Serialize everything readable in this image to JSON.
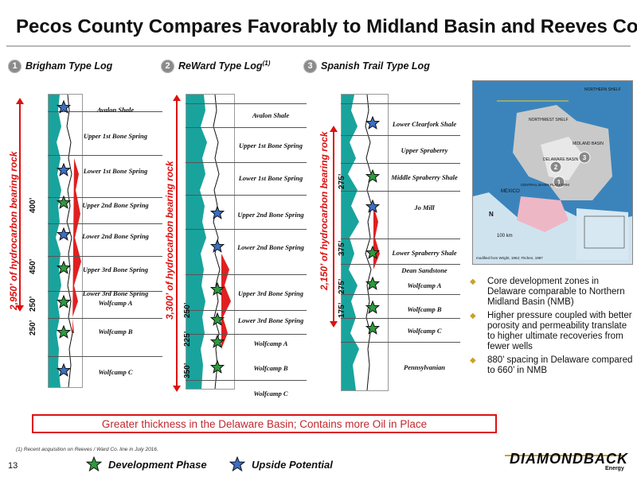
{
  "title": "Pecos County Compares Favorably to Midland Basin and Reeves Co.",
  "logs": [
    {
      "num": "1",
      "label": "Brigham Type Log",
      "sup": ""
    },
    {
      "num": "2",
      "label": "ReWard Type Log",
      "sup": "(1)"
    },
    {
      "num": "3",
      "label": "Spanish Trail Type Log",
      "sup": ""
    }
  ],
  "brigham": {
    "zones": [
      "Avalon Shale",
      "Upper 1st Bone Spring",
      "Lower 1st Bone Spring",
      "Upper 2nd Bone Spring",
      "Lower 2nd Bone Spring",
      "Upper 3rd Bone Spring",
      "Lower 3rd Bone Spring",
      "Wolfcamp A",
      "Wolfcamp B",
      "Wolfcamp C"
    ],
    "thickness_label": "2,950’ of hydrocarbon bearing rock",
    "spacings": [
      "400’",
      "450’",
      "250’",
      "250’"
    ]
  },
  "reward": {
    "zones": [
      "Avalon Shale",
      "Upper 1st Bone Spring",
      "Lower 1st Bone Spring",
      "Upper 2nd Bone Spring",
      "Lower 2nd Bone Spring",
      "Upper 3rd Bone Spring",
      "Lower 3rd Bone Spring",
      "Wolfcamp A",
      "Wolfcamp B",
      "Wolfcamp C"
    ],
    "thickness_label": "3,300’ of hydrocarbon bearing rock",
    "spacings": [
      "250’",
      "225’",
      "350’"
    ]
  },
  "spanish": {
    "zones": [
      "Lower Clearfork Shale",
      "Upper Spraberry",
      "Middle Spraberry Shale",
      "Jo Mill",
      "Lower Spraberry Shale",
      "Dean Sandstone",
      "Wolfcamp A",
      "Wolfcamp B",
      "Wolfcamp C",
      "Pennsylvanian"
    ],
    "thickness_label": "2,150’ of hydrocarbon bearing rock",
    "spacings": [
      "275’",
      "375’",
      "275’",
      "175’"
    ]
  },
  "map": {
    "labels": [
      "NORTHWEST SHELF",
      "MIDLAND BASIN",
      "DELAWARE BASIN",
      "CENTRAL BASIN PLATFORM",
      "MEXICO",
      "NORTHERN SHELF",
      "modified from Wright, 1962; Fitchen, 1997"
    ],
    "markers": [
      "1",
      "2",
      "3"
    ],
    "scale": "100 km"
  },
  "bullets": [
    "Core development zones in Delaware comparable to Northern Midland Basin (NMB)",
    "Higher pressure coupled with better porosity and permeability translate to higher ultimate recoveries from fewer wells",
    "880’ spacing in Delaware compared to 660’ in NMB"
  ],
  "banner": "Greater thickness in the Delaware Basin; Contains more Oil in Place",
  "footnote": "(1) Recent acquisition on Reeves / Ward Co. line in July 2016.",
  "page_number": "13",
  "legend": [
    {
      "label": "Development Phase",
      "color": "#2e9a3e"
    },
    {
      "label": "Upside Potential",
      "color": "#3b6fc4"
    }
  ],
  "logo": {
    "name": "DIAMONDBACK",
    "sub": "Energy"
  }
}
